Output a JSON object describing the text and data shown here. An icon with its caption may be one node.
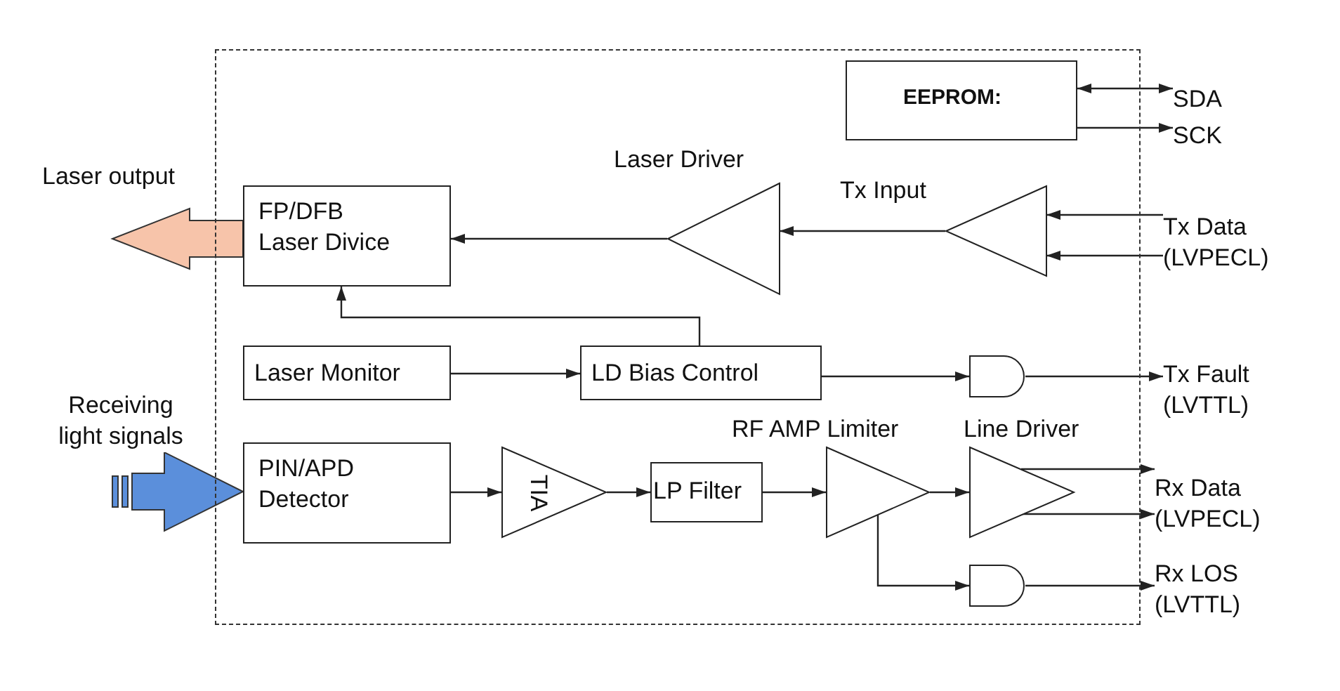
{
  "diagram": {
    "nodes": [
      {
        "text": [],
        "shape": "box"
      },
      {
        "text": [
          "EEPROM:"
        ],
        "in": 0
      },
      {
        "text": [
          "SDA"
        ]
      },
      {
        "text": [
          "SCK"
        ]
      },
      {
        "text": [
          "FP/DFB Laser Divice"
        ],
        "in": 0
      },
      {
        "text": [
          "Laser Driver"
        ],
        "in": 0
      },
      {
        "text": [
          "Tx Input"
        ],
        "in": 0
      },
      {
        "text": [
          "Tx Data (LVPECL)"
        ]
      },
      {
        "text": [
          "Laser Monitor"
        ],
        "in": 0
      },
      {
        "text": [
          "LD Bias Control"
        ],
        "in": 0
      },
      {
        "text": [],
        "shape": "gate",
        "in": 0
      },
      {
        "text": [
          "Tx Fault (LVTTL)"
        ]
      },
      {
        "text": [
          "PIN/APD Detector"
        ],
        "in": 0
      },
      {
        "text": [
          "TIA"
        ],
        "in": 0
      },
      {
        "text": [
          "LP Filter"
        ],
        "in": 0
      },
      {
        "text": [
          "RF AMP Limiter"
        ],
        "in": 0
      },
      {
        "text": [
          "Line Driver"
        ],
        "in": 0
      },
      {
        "text": [
          "Rx Data (LVPECL)"
        ]
      },
      {
        "text": [],
        "shape": "gate",
        "in": 0
      },
      {
        "text": [
          "Rx LOS (LVTTL)"
        ]
      }
    ],
    "edges": [
      {
        "from": 1,
        "to": 2,
        "arrow": "both"
      },
      {
        "from": 1,
        "to": 3,
        "arrow": "to"
      },
      {
        "from": 7,
        "to": 6,
        "arrow": "to"
      },
      {
        "from": 7,
        "to": 6,
        "arrow": "to"
      },
      {
        "from": 6,
        "to": 5,
        "arrow": "to"
      },
      {
        "from": 5,
        "to": 4,
        "arrow": "to"
      },
      {
        "from": 9,
        "to": 4,
        "arrow": "to"
      },
      {
        "from": 8,
        "to": 9,
        "arrow": "to"
      },
      {
        "from": 9,
        "to": 10,
        "arrow": "to"
      },
      {
        "from": 10,
        "to": 11,
        "arrow": "to"
      },
      {
        "from": 12,
        "to": 13,
        "arrow": "to"
      },
      {
        "from": 13,
        "to": 14,
        "arrow": "to"
      },
      {
        "from": 14,
        "to": 15,
        "arrow": "to"
      },
      {
        "from": 15,
        "to": 16,
        "arrow": "to"
      },
      {
        "from": 16,
        "to": 17,
        "arrow": "to"
      },
      {
        "from": 16,
        "to": 17,
        "arrow": "to"
      },
      {
        "from": 15,
        "to": 18,
        "arrow": "to"
      },
      {
        "from": 18,
        "to": 19,
        "arrow": "to"
      },
      {
        "from": 4,
        "to": null,
        "arrow": "to",
        "label": "Laser output",
        "style": "thick",
        "color": "#f7c4aa"
      },
      {
        "from": null,
        "to": 12,
        "arrow": "to",
        "label": "Receiving light signals",
        "style": "thick",
        "color": "#5b8fdb"
      }
    ]
  }
}
